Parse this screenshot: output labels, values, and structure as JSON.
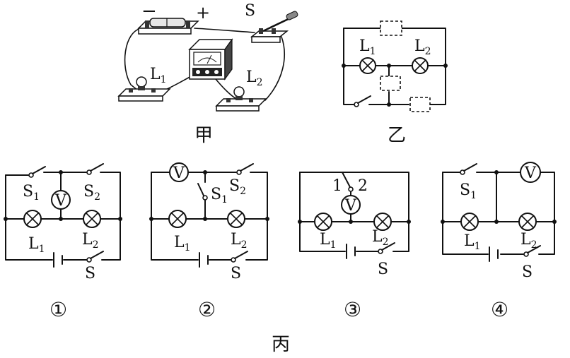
{
  "physical": {
    "minus": "−",
    "plus": "+",
    "switch": "S",
    "lamp1": "L",
    "lamp1_sub": "1",
    "lamp2": "L",
    "lamp2_sub": "2"
  },
  "captions": {
    "jia": "甲",
    "yi": "乙",
    "bing": "丙"
  },
  "diagram_yi": {
    "lamp1": "L",
    "lamp1_sub": "1",
    "lamp2": "L",
    "lamp2_sub": "2"
  },
  "circuit1": {
    "number": "①",
    "s1": "S",
    "s1_sub": "1",
    "s2": "S",
    "s2_sub": "2",
    "meter": "V",
    "l1": "L",
    "l1_sub": "1",
    "l2": "L",
    "l2_sub": "2",
    "s": "S"
  },
  "circuit2": {
    "number": "②",
    "meter": "V",
    "s1": "S",
    "s1_sub": "1",
    "s2": "S",
    "s2_sub": "2",
    "l1": "L",
    "l1_sub": "1",
    "l2": "L",
    "l2_sub": "2",
    "s": "S"
  },
  "circuit3": {
    "number": "③",
    "pos1": "1",
    "pos2": "2",
    "meter": "V",
    "l1": "L",
    "l1_sub": "1",
    "l2": "L",
    "l2_sub": "2",
    "s": "S"
  },
  "circuit4": {
    "number": "④",
    "s1": "S",
    "s1_sub": "1",
    "meter": "V",
    "l1": "L",
    "l1_sub": "1",
    "l2": "L",
    "l2_sub": "2",
    "s": "S"
  }
}
